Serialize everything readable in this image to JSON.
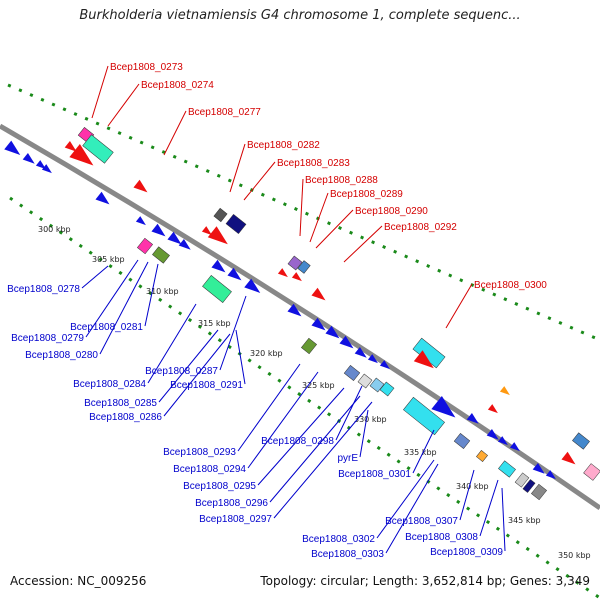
{
  "title": "Burkholderia vietnamiensis G4 chromosome 1, complete sequenc...",
  "footer": {
    "accession": "Accession: NC_009256",
    "topology": "Topology: circular; Length: 3,652,814 bp; Genes: 3,349"
  },
  "colors": {
    "backbone": "#888888",
    "dots": "#1a8a1a",
    "label_red": "#d40000",
    "label_blue": "#0000cc"
  },
  "ticks": [
    "300 kbp",
    "305 kbp",
    "310 kbp",
    "315 kbp",
    "320 kbp",
    "325 kbp",
    "330 kbp",
    "335 kbp",
    "340 kbp",
    "345 kbp",
    "350 kbp"
  ],
  "labels_top": [
    "Bcep1808_0273",
    "Bcep1808_0274",
    "Bcep1808_0277",
    "Bcep1808_0282",
    "Bcep1808_0283",
    "Bcep1808_0288",
    "Bcep1808_0289",
    "Bcep1808_0290",
    "Bcep1808_0292",
    "Bcep1808_0300"
  ],
  "labels_bottom": [
    "Bcep1808_0278",
    "Bcep1808_0281",
    "Bcep1808_0279",
    "Bcep1808_0280",
    "Bcep1808_0287",
    "Bcep1808_0284",
    "Bcep1808_0291",
    "Bcep1808_0285",
    "Bcep1808_0286",
    "Bcep1808_0293",
    "Bcep1808_0298",
    "Bcep1808_0294",
    "pyrE",
    "Bcep1808_0301",
    "Bcep1808_0295",
    "Bcep1808_0296",
    "Bcep1808_0297",
    "Bcep1808_0307",
    "Bcep1808_0302",
    "Bcep1808_0308",
    "Bcep1808_0303",
    "Bcep1808_0309"
  ]
}
